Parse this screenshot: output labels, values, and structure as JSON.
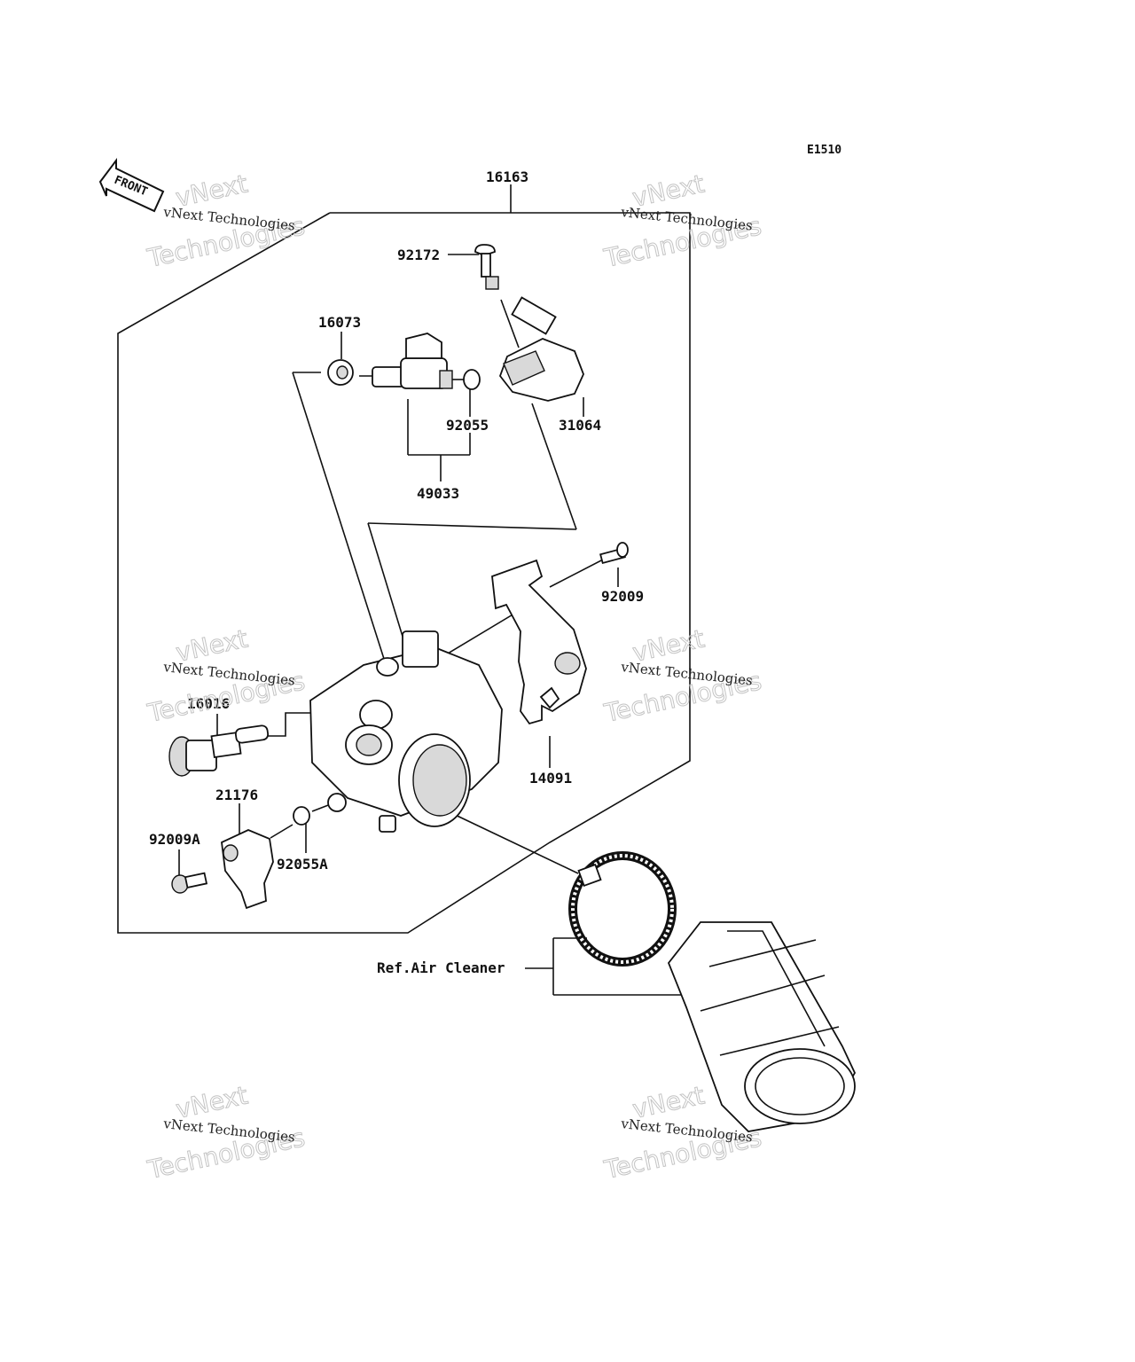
{
  "diagram_code": "E1510",
  "front_label": "FRONT",
  "parts": {
    "p16163": "16163",
    "p92172": "92172",
    "p16073": "16073",
    "p92055": "92055",
    "p31064": "31064",
    "p49033": "49033",
    "p92009": "92009",
    "p16016": "16016",
    "p14091": "14091",
    "p21176": "21176",
    "p92009A": "92009A",
    "p92055A": "92055A"
  },
  "reference": "Ref.Air Cleaner",
  "watermark": {
    "brand": "vNext",
    "company": "Technologies",
    "full": "vNext Technologies"
  }
}
